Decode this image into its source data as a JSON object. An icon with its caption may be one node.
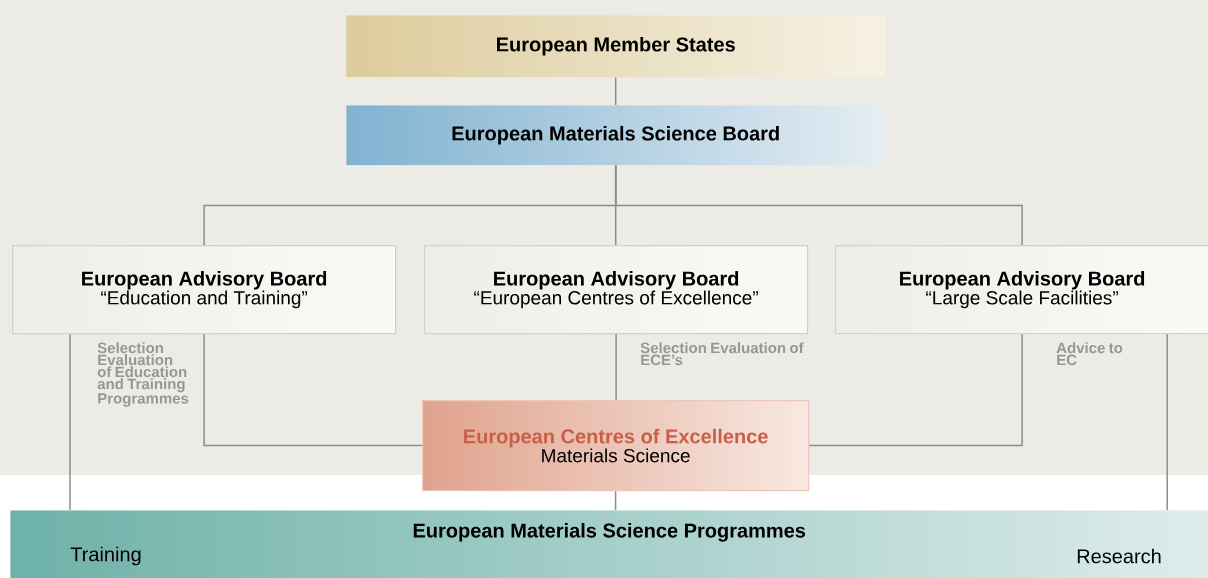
{
  "diagram": {
    "nodes": [
      {
        "text": [
          "European Member States"
        ]
      },
      {
        "text": [
          "European Materials Science Board"
        ]
      },
      {
        "text": [
          "European Advisory Board",
          "“Education and Training”"
        ]
      },
      {
        "text": [
          "European Advisory Board",
          "“European Centres of Excellence”"
        ]
      },
      {
        "text": [
          "European Advisory Board",
          "“Large Scale Facilities”"
        ]
      },
      {
        "text": [
          "European Centres of Excellence",
          "Materials Science"
        ]
      },
      {
        "text": [
          "European Materials Science Programmes",
          "Training",
          "Research"
        ]
      }
    ],
    "edges": [
      {
        "from": 0,
        "to": 1,
        "arrow": "none"
      },
      {
        "from": 1,
        "to": 2,
        "arrow": "none"
      },
      {
        "from": 1,
        "to": 3,
        "arrow": "none"
      },
      {
        "from": 1,
        "to": 4,
        "arrow": "none"
      },
      {
        "from": 2,
        "to": 5,
        "arrow": "none"
      },
      {
        "from": 3,
        "to": 5,
        "arrow": "none",
        "label": "Selection Evaluation of ECE’s"
      },
      {
        "from": 4,
        "to": 5,
        "arrow": "none"
      },
      {
        "from": 2,
        "to": 6,
        "arrow": "none",
        "label": "Selection Evaluation of Education and Training Programmes"
      },
      {
        "from": 5,
        "to": 6,
        "arrow": "none"
      },
      {
        "from": 4,
        "to": 6,
        "arrow": "none",
        "label": "Advice to EC"
      }
    ]
  }
}
